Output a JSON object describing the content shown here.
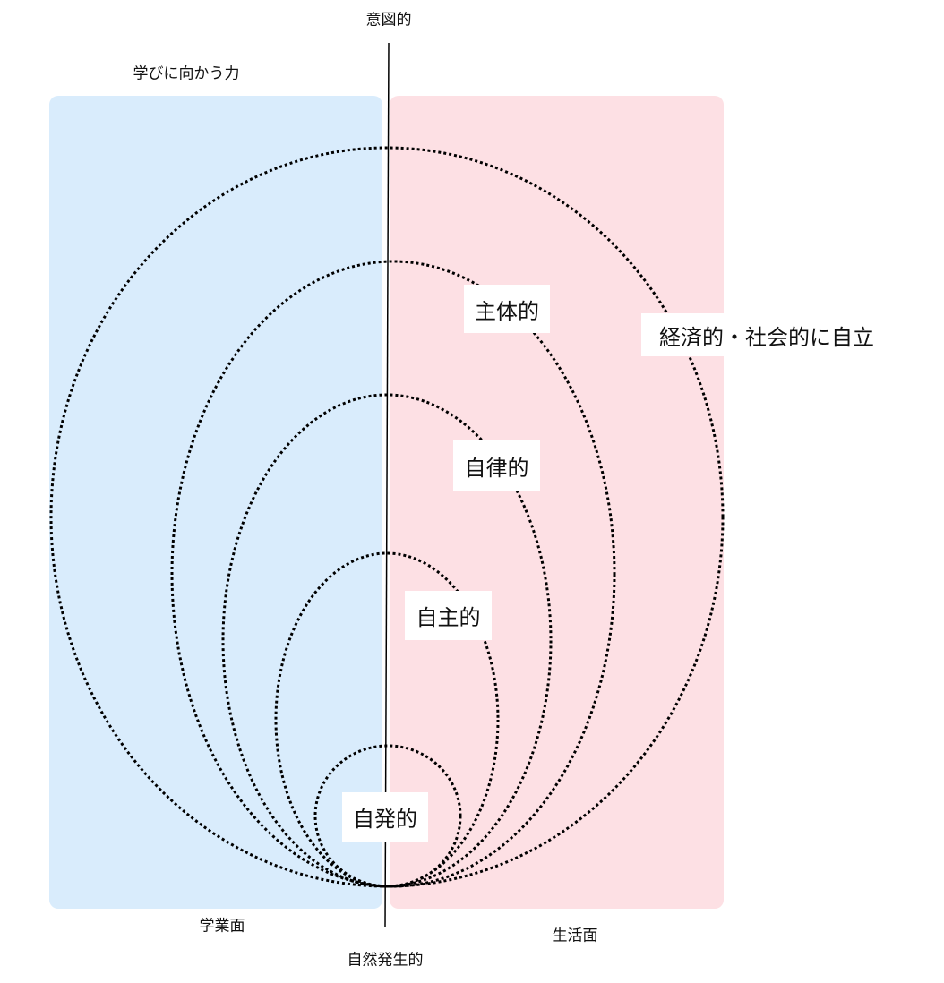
{
  "axes": {
    "top": "意図的",
    "bottom": "自然発生的"
  },
  "regions": {
    "left": {
      "title": "学びに向かう力",
      "label": "学業面",
      "color": "#d9ecfc"
    },
    "right": {
      "label": "生活面",
      "color": "#fde0e4"
    }
  },
  "stages": [
    {
      "label": "経済的・社会的に自立"
    },
    {
      "label": "主体的"
    },
    {
      "label": "自律的"
    },
    {
      "label": "自主的"
    },
    {
      "label": "自発的"
    }
  ]
}
